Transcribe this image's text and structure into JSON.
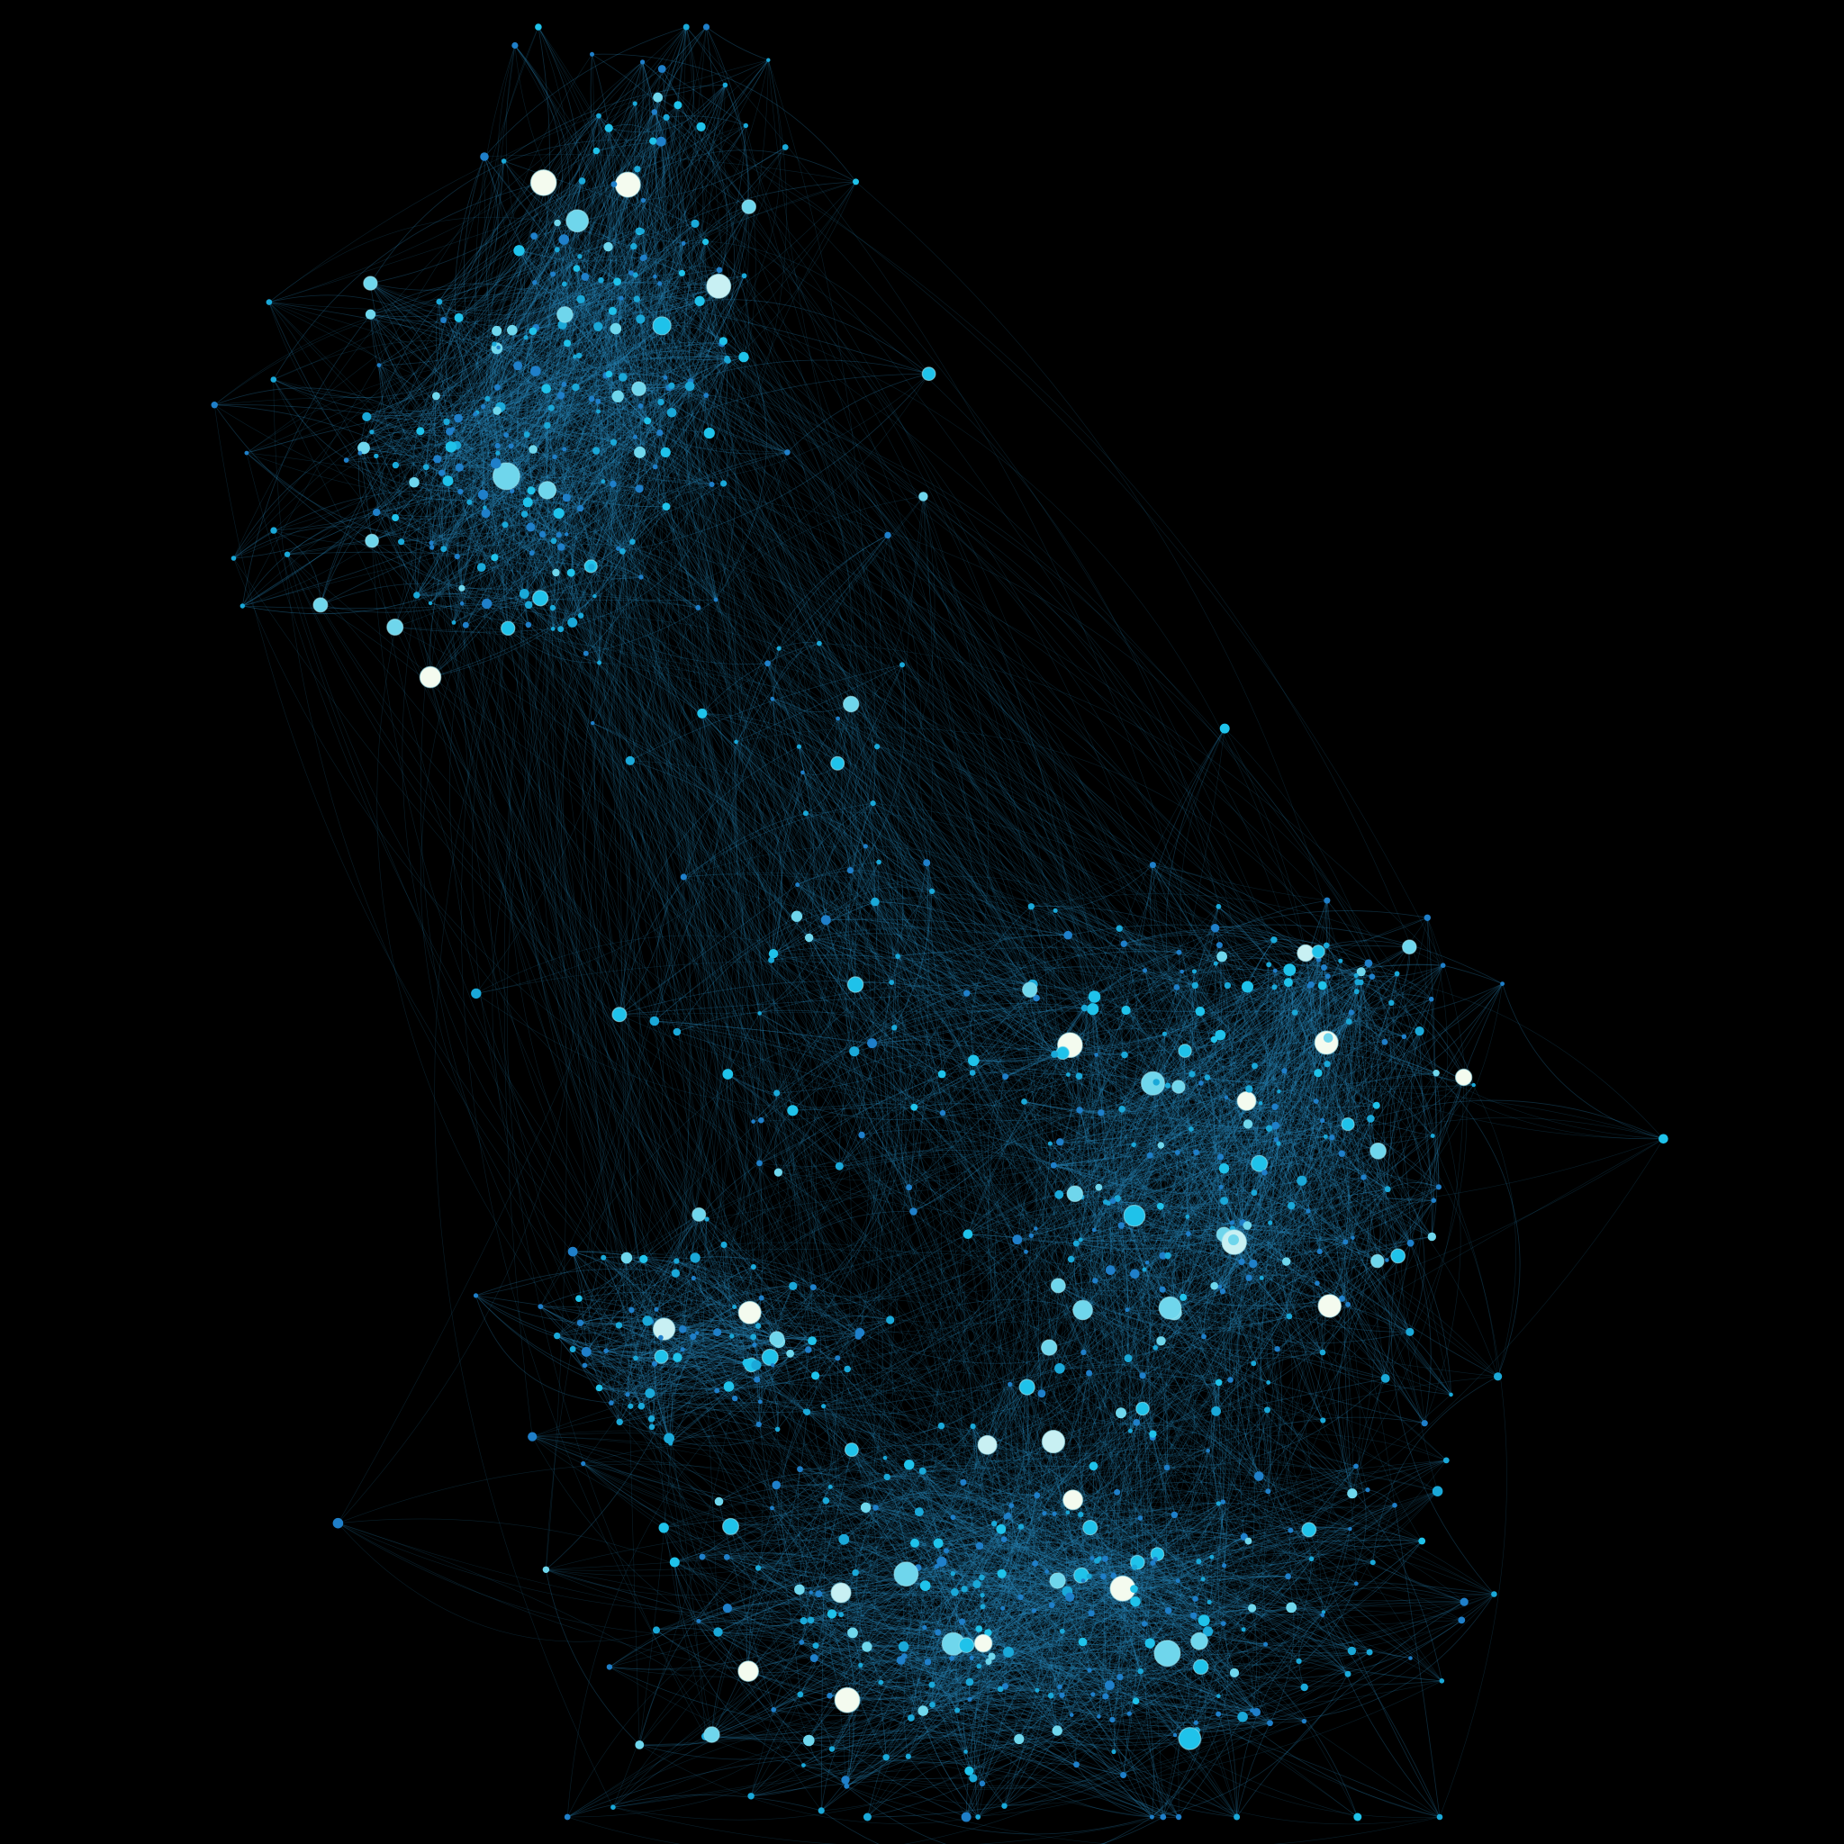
{
  "graph": {
    "type": "network",
    "background": "#000000",
    "edge_color": "#2a8cc0",
    "node_colors": {
      "deep": "#1f7fc9",
      "mid": "#1aa8d8",
      "bright": "#1fc2ea",
      "light": "#6fd6ec",
      "pale": "#c8f0f3",
      "white": "#f4fbef"
    },
    "clusters": [
      {
        "id": "north-west",
        "node_share": 0.28
      },
      {
        "id": "south-west",
        "node_share": 0.09
      },
      {
        "id": "east",
        "node_share": 0.24
      },
      {
        "id": "south",
        "node_share": 0.3
      },
      {
        "id": "bridge",
        "node_share": 0.09
      }
    ]
  }
}
